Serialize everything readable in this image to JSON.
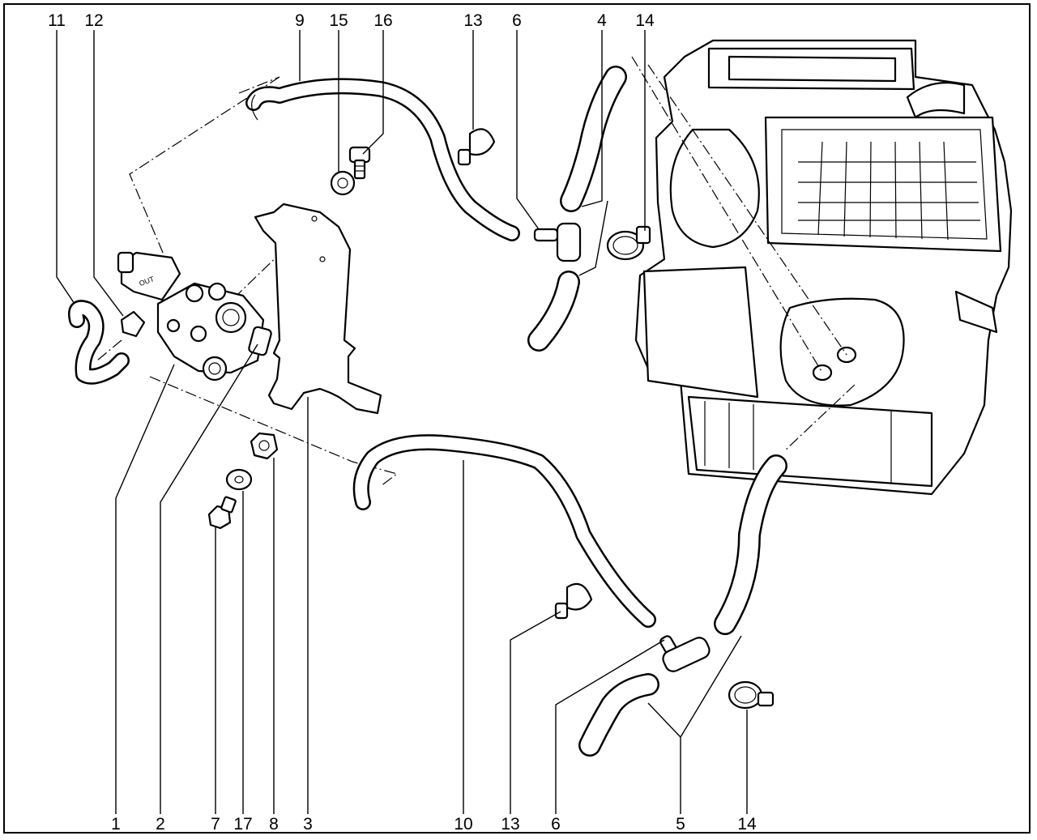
{
  "callouts_top": [
    "11",
    "12",
    "9",
    "15",
    "16",
    "13",
    "6",
    "4",
    "14"
  ],
  "callouts_bottom": [
    "1",
    "2",
    "7",
    "17",
    "8",
    "3",
    "10",
    "13",
    "6",
    "5",
    "14"
  ],
  "valve_marking": "OUT"
}
